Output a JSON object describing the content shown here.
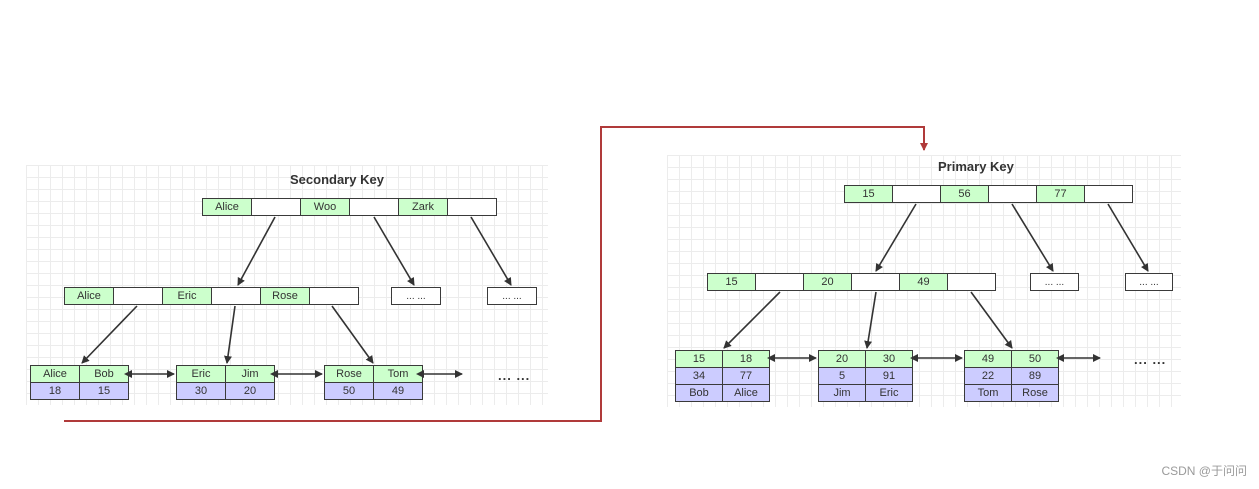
{
  "secondary": {
    "title": "Secondary Key",
    "root": [
      "Alice",
      "Woo",
      "Zark"
    ],
    "level2": [
      "Alice",
      "Eric",
      "Rose"
    ],
    "placeholder": "... ...",
    "leaves": [
      {
        "keys": [
          "Alice",
          "Bob"
        ],
        "values": [
          "18",
          "15"
        ]
      },
      {
        "keys": [
          "Eric",
          "Jim"
        ],
        "values": [
          "30",
          "20"
        ]
      },
      {
        "keys": [
          "Rose",
          "Tom"
        ],
        "values": [
          "50",
          "49"
        ]
      }
    ],
    "more": "... ..."
  },
  "primary": {
    "title": "Primary Key",
    "root": [
      "15",
      "56",
      "77"
    ],
    "level2": [
      "15",
      "20",
      "49"
    ],
    "placeholder": "... ...",
    "leaves": [
      {
        "keys": [
          "15",
          "18"
        ],
        "values": [
          "34",
          "77"
        ],
        "names": [
          "Bob",
          "Alice"
        ]
      },
      {
        "keys": [
          "20",
          "30"
        ],
        "values": [
          "5",
          "91"
        ],
        "names": [
          "Jim",
          "Eric"
        ]
      },
      {
        "keys": [
          "49",
          "50"
        ],
        "values": [
          "22",
          "89"
        ],
        "names": [
          "Tom",
          "Rose"
        ]
      }
    ],
    "more": "... ..."
  },
  "colors": {
    "key": "#ccffcc",
    "data": "#ccccff",
    "connector": "#b03a3a",
    "arrow": "#333333"
  },
  "watermark": "CSDN @于问问"
}
